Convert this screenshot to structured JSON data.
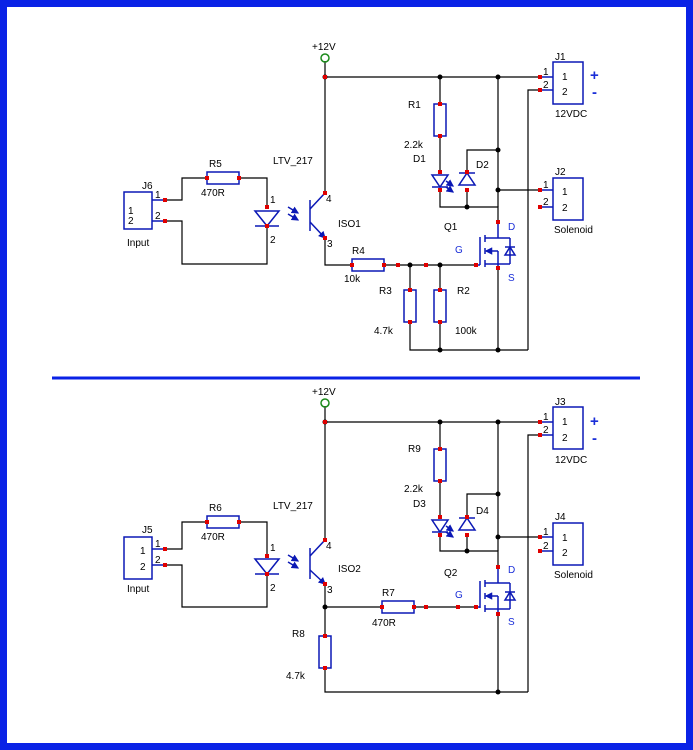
{
  "colors": {
    "border": "#0a22e6",
    "wire": "#000000",
    "component": "#0b18b5",
    "pin": "#e00000",
    "supply_node": "#1a8a1a",
    "divider": "#0a22e6"
  },
  "circuit1": {
    "supply": "+12V",
    "j6": {
      "ref": "J6",
      "label": "Input",
      "pin1": "1",
      "pin2": "2"
    },
    "r5": {
      "ref": "R5",
      "value": "470R"
    },
    "iso": {
      "part": "LTV_217",
      "ref": "ISO1",
      "pin1": "1",
      "pin2": "2",
      "pin3": "3",
      "pin4": "4"
    },
    "r4": {
      "ref": "R4",
      "value": "10k"
    },
    "r3": {
      "ref": "R3",
      "value": "4.7k"
    },
    "r2": {
      "ref": "R2",
      "value": "100k"
    },
    "r1": {
      "ref": "R1",
      "value": "2.2k"
    },
    "d1": {
      "ref": "D1"
    },
    "d2": {
      "ref": "D2"
    },
    "q1": {
      "ref": "Q1",
      "g": "G",
      "d": "D",
      "s": "S"
    },
    "j1": {
      "ref": "J1",
      "label": "12VDC",
      "pin1": "1",
      "pin2": "2",
      "plus": "+",
      "minus": "-"
    },
    "j2": {
      "ref": "J2",
      "label": "Solenoid",
      "pin1": "1",
      "pin2": "2"
    }
  },
  "circuit2": {
    "supply": "+12V",
    "j5": {
      "ref": "J5",
      "label": "Input",
      "pin1": "1",
      "pin2": "2"
    },
    "r6": {
      "ref": "R6",
      "value": "470R"
    },
    "iso": {
      "part": "LTV_217",
      "ref": "ISO2",
      "pin1": "1",
      "pin2": "2",
      "pin3": "3",
      "pin4": "4"
    },
    "r7": {
      "ref": "R7",
      "value": "470R"
    },
    "r8": {
      "ref": "R8",
      "value": "4.7k"
    },
    "r9": {
      "ref": "R9",
      "value": "2.2k"
    },
    "d3": {
      "ref": "D3"
    },
    "d4": {
      "ref": "D4"
    },
    "q2": {
      "ref": "Q2",
      "g": "G",
      "d": "D",
      "s": "S"
    },
    "j3": {
      "ref": "J3",
      "label": "12VDC",
      "pin1": "1",
      "pin2": "2",
      "plus": "+",
      "minus": "-"
    },
    "j4": {
      "ref": "J4",
      "label": "Solenoid",
      "pin1": "1",
      "pin2": "2"
    }
  }
}
